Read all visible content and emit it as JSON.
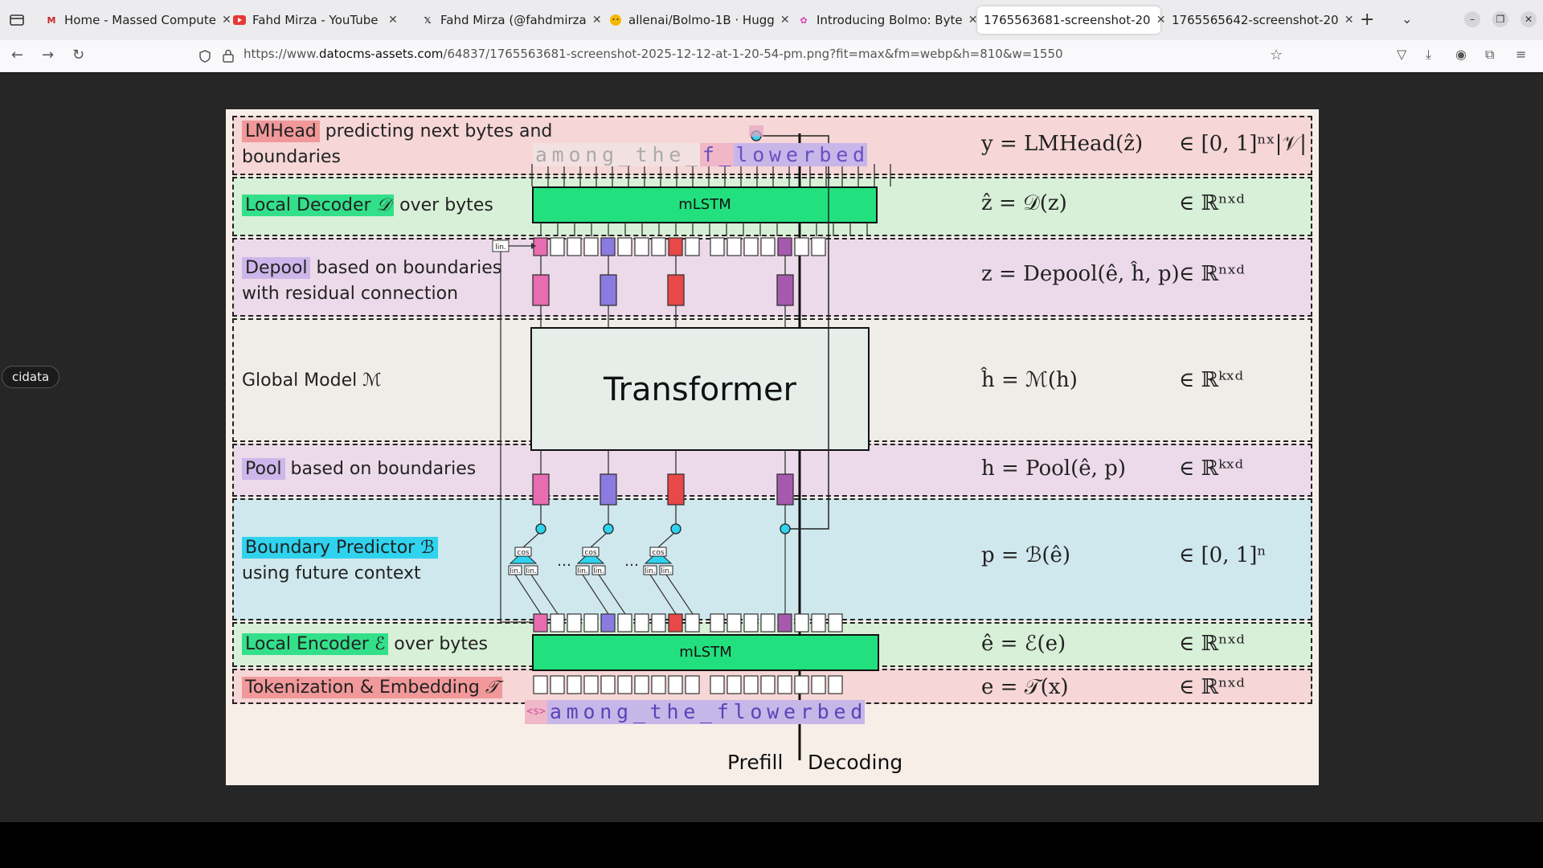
{
  "tabs": [
    {
      "title": "Home - Massed Compute",
      "icon": "m-logo-icon",
      "color": "#c62828"
    },
    {
      "title": "Fahd Mirza - YouTube",
      "icon": "youtube-icon",
      "color": "#e53935"
    },
    {
      "title": "Fahd Mirza (@fahdmirza",
      "icon": "x-logo-icon",
      "color": "#111111"
    },
    {
      "title": "allenai/Bolmo-1B · Hugg",
      "icon": "huggingface-icon",
      "color": "#f5b800"
    },
    {
      "title": "Introducing Bolmo: Byte",
      "icon": "ai2-logo-icon",
      "color": "#d63fb0"
    },
    {
      "title": "1765563681-screenshot-20",
      "icon": "",
      "color": ""
    },
    {
      "title": "1765565642-screenshot-20",
      "icon": "",
      "color": ""
    }
  ],
  "url": {
    "prefix": "https://www.",
    "domain": "datocms-assets.com",
    "path": "/64837/1765563681-screenshot-2025-12-12-at-1-20-54-pm.png?fit=max&fm=webp&h=810&w=1550"
  },
  "tooltip": "cidata",
  "figure": {
    "bands": {
      "lmhead": {
        "tag": "LMHead",
        "text1": " predicting next bytes and",
        "text2": "boundaries"
      },
      "decoder": {
        "tag": "Local Decoder",
        "sym": "𝒟",
        "text": " over bytes"
      },
      "depool": {
        "tag": "Depool",
        "text1": " based on boundaries",
        "text2": "with residual connection"
      },
      "global": {
        "text": "Global Model ",
        "sym": "ℳ"
      },
      "pool": {
        "tag": "Pool",
        "text": " based on boundaries"
      },
      "boundary": {
        "tag": "Boundary Predictor",
        "sym": "ℬ",
        "text2": "using future context"
      },
      "encoder": {
        "tag": "Local Encoder",
        "sym": "ℰ",
        "text": " over bytes"
      },
      "tokenize": {
        "tag": "Tokenization & Embedding",
        "sym": "𝒯"
      }
    },
    "equations": {
      "lmhead": "y = LMHead(ẑ)",
      "decoder": "ẑ = 𝒟(z)",
      "depool": "z = Depool(ê, ĥ, p)",
      "global": "ĥ = ℳ(h)",
      "pool": "h = Pool(ê, p)",
      "boundary": "p = ℬ(ê)",
      "encoder": "ê = ℰ(e)",
      "tokenize": "e = 𝒯(x)"
    },
    "spaces": {
      "lmhead": "∈ [0, 1]ⁿˣ|𝒱|",
      "decoder": "∈ ℝⁿˣᵈ",
      "depool": "∈ ℝⁿˣᵈ",
      "global": "∈ ℝᵏˣᵈ",
      "pool": "∈ ℝᵏˣᵈ",
      "boundary": "∈ [0, 1]ⁿ",
      "encoder": "∈ ℝⁿˣᵈ",
      "tokenize": "∈ ℝⁿˣᵈ"
    },
    "module_labels": {
      "mlstm_top": "mLSTM",
      "transformer": "Transformer",
      "mlstm_bottom": "mLSTM",
      "lin": "lin.",
      "cos": "cos",
      "dots": "..."
    },
    "output_bytes": [
      "a",
      "m",
      "o",
      "n",
      "g",
      "_",
      "t",
      "h",
      "e",
      "_",
      "f",
      "_",
      "l",
      "o",
      "w",
      "e",
      "r",
      "b",
      "e",
      "d"
    ],
    "input_bytes": [
      "<s>",
      "a",
      "m",
      "o",
      "n",
      "g",
      "_",
      "t",
      "h",
      "e",
      "_",
      "f",
      "l",
      "o",
      "w",
      "e",
      "r",
      "b",
      "e",
      "d"
    ],
    "footer": {
      "prefill": "Prefill",
      "decoding": "Decoding"
    },
    "colors": {
      "pink": "#e86cb0",
      "purple": "#8a7be0",
      "red": "#e84848",
      "violet": "#a65aae",
      "cyan": "#2fd3ee",
      "green": "#22e07e"
    }
  }
}
